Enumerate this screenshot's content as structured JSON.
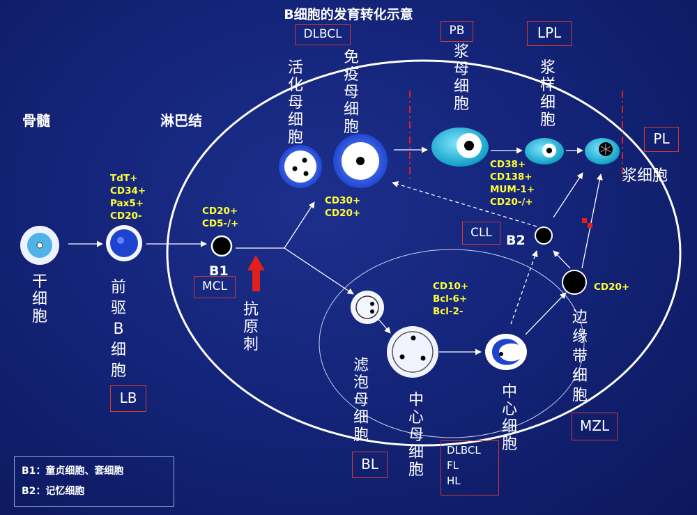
{
  "title": "B细胞的发育转化示意",
  "labels": {
    "bone_marrow": "骨髓",
    "lymph_node": "淋巴结",
    "stem_cell": "干细胞",
    "precursor_b": "前驱B细胞",
    "activated_blast": "活化母细胞",
    "immunoblast": "免疫母细胞",
    "plasmablast": "浆母细胞",
    "plasmacytoid": "浆样细胞",
    "plasma_cell": "浆细胞",
    "antigen": "抗原刺",
    "follicular_blast": "滤泡母细胞",
    "centroblast": "中心母细胞",
    "centrocyte": "中心细胞",
    "marginal_zone": "边缘带细胞",
    "b1": "B1",
    "b2": "B2"
  },
  "markers": {
    "precursor": "TdT+\nCD34+\nPax5+\nCD20-",
    "b1": "CD20+\nCD5-/+",
    "immunoblast": "CD30+\nCD20+",
    "plasma": "CD38+\nCD138+\nMUM-1+\nCD20-/+",
    "germinal": "CD10+\nBcl-6+\nBcl-2-",
    "marginal": "CD20+"
  },
  "boxes": {
    "dlbcl_top": "DLBCL",
    "pb": "PB",
    "lpl": "LPL",
    "pl": "PL",
    "cll": "CLL",
    "mcl": "MCL",
    "lb": "LB",
    "bl": "BL",
    "mzl": "MZL",
    "centrocyte_diseases": "DLBCL\nFL\nHL"
  },
  "legend": {
    "b1_key": "B1",
    "b1_text": "童贞细胞、套细胞",
    "b2_key": "B2",
    "b2_text": "记忆细胞"
  },
  "colors": {
    "background": "#142479",
    "marker_text": "#ffff33",
    "box_border": "#d23a2e",
    "cell_blue": "#2f5fe0",
    "cell_cyan": "#18b4d6",
    "arrow_red": "#e0201a"
  }
}
